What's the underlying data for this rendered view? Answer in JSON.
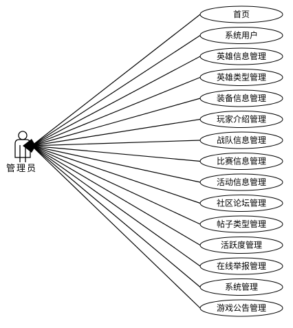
{
  "actor": {
    "label": "管理员",
    "icon": "person-icon"
  },
  "use_cases": [
    "首页",
    "系统用户",
    "英雄信息管理",
    "英雄类型管理",
    "装备信息管理",
    "玩家介绍管理",
    "战队信息管理",
    "比赛信息管理",
    "活动信息管理",
    "社区论坛管理",
    "帖子类型管理",
    "活跃度管理",
    "在线举报管理",
    "系统管理",
    "游戏公告管理"
  ],
  "colors": {
    "stroke": "#000000",
    "background": "#ffffff"
  }
}
